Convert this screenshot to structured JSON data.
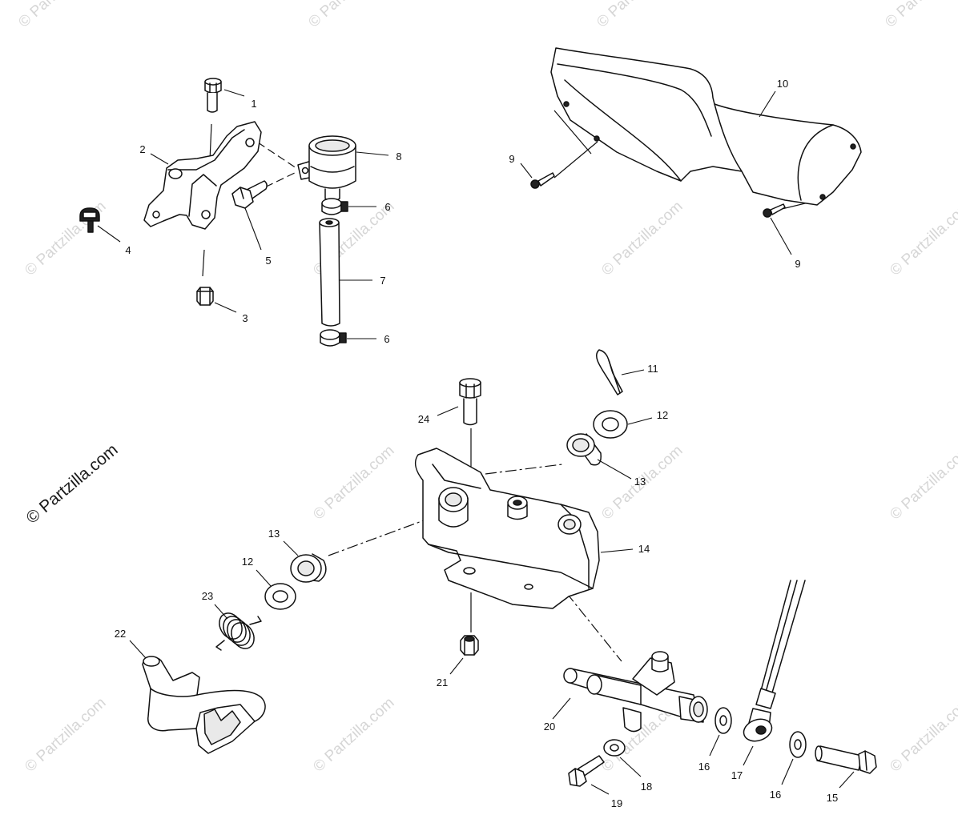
{
  "watermark": "© Partzilla.com",
  "callouts": [
    "1",
    "2",
    "8",
    "4",
    "5",
    "6",
    "7",
    "3",
    "6",
    "10",
    "9",
    "9",
    "11",
    "12",
    "24",
    "13",
    "14",
    "13",
    "12",
    "23",
    "22",
    "21",
    "20",
    "16",
    "17",
    "16",
    "15",
    "18",
    "19"
  ]
}
